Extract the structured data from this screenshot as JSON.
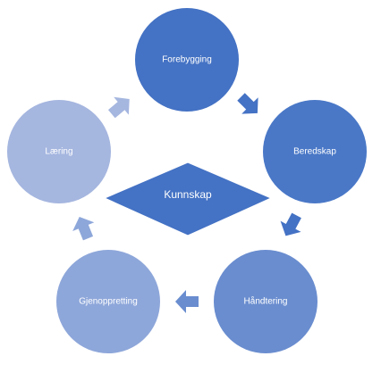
{
  "diagram": {
    "center": {
      "label": "Kunnskap",
      "color": "#4472c4"
    },
    "nodes": [
      {
        "label": "Forebygging",
        "color": "#4472c4"
      },
      {
        "label": "Beredskap",
        "color": "#4a78c7"
      },
      {
        "label": "Håndtering",
        "color": "#6a8dcf"
      },
      {
        "label": "Gjenoppretting",
        "color": "#8ea7da"
      },
      {
        "label": "Læring",
        "color": "#a5b6df"
      }
    ],
    "arrow_colors": [
      "#4472c4",
      "#4472c4",
      "#6a8dcf",
      "#8ea7da",
      "#a5b6df"
    ]
  }
}
